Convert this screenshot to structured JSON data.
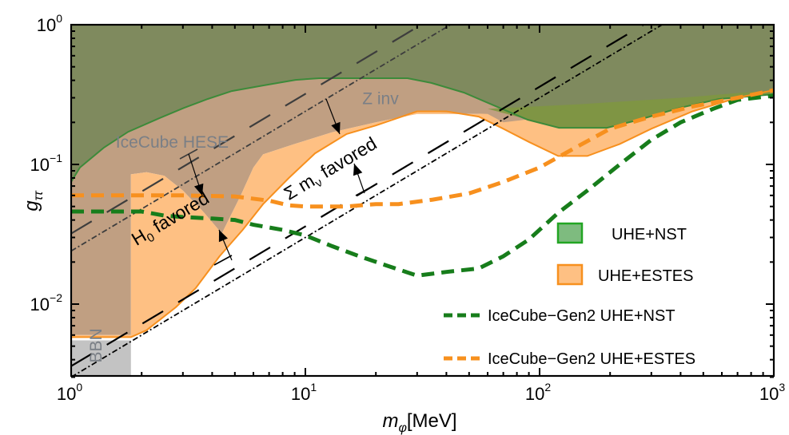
{
  "chart_data": {
    "type": "area",
    "title": "",
    "xlabel": "m_φ [MeV]",
    "ylabel": "g_ττ",
    "xscale": "log",
    "yscale": "log",
    "xlim": [
      1,
      1000
    ],
    "ylim": [
      0.003,
      1
    ],
    "grid": false,
    "legend_position": "lower right",
    "x_ticks": [
      {
        "value": 1,
        "base": "10",
        "exp": "0"
      },
      {
        "value": 10,
        "base": "10",
        "exp": "1"
      },
      {
        "value": 100,
        "base": "10",
        "exp": "2"
      },
      {
        "value": 1000,
        "base": "10",
        "exp": "3"
      }
    ],
    "y_ticks": [
      {
        "value": 1,
        "base": "10",
        "exp": "0"
      },
      {
        "value": 0.1,
        "base": "10",
        "exp": "−1"
      },
      {
        "value": 0.01,
        "base": "10",
        "exp": "−2"
      }
    ],
    "regions": [
      {
        "name": "Excluded (upper, IceCube HESE / Z inv)",
        "fill": "#c09f82",
        "description": "brown-tan excluded region above the orange boundary",
        "lower_boundary": [
          [
            1,
            0.006
          ],
          [
            1.8,
            0.006
          ],
          [
            1.8,
            0.085
          ],
          [
            2.1,
            0.088
          ],
          [
            2.5,
            0.083
          ],
          [
            3.0,
            0.065
          ],
          [
            3.7,
            0.045
          ],
          [
            4.4,
            0.032
          ],
          [
            5.3,
            0.06
          ],
          [
            6.0,
            0.095
          ],
          [
            6.6,
            0.118
          ],
          [
            9,
            0.14
          ],
          [
            13,
            0.17
          ],
          [
            20,
            0.2
          ],
          [
            30,
            0.23
          ],
          [
            60,
            0.23
          ]
        ]
      },
      {
        "name": "UHE+NST",
        "fill": "#7f8a5e",
        "edge": "#3d8a3a",
        "lower_boundary": [
          [
            1,
            0.075
          ],
          [
            1.09,
            0.095
          ],
          [
            1.38,
            0.132
          ],
          [
            1.75,
            0.171
          ],
          [
            2.39,
            0.215
          ],
          [
            3.03,
            0.254
          ],
          [
            3.83,
            0.294
          ],
          [
            4.85,
            0.335
          ],
          [
            6.63,
            0.368
          ],
          [
            9.07,
            0.403
          ],
          [
            11.5,
            0.414
          ],
          [
            27.3,
            0.414
          ],
          [
            34.5,
            0.383
          ],
          [
            47.5,
            0.327
          ],
          [
            65,
            0.261
          ],
          [
            89,
            0.209
          ],
          [
            121,
            0.183
          ],
          [
            194,
            0.183
          ],
          [
            266,
            0.209
          ],
          [
            396,
            0.254
          ],
          [
            584,
            0.294
          ],
          [
            1000,
            0.318
          ]
        ]
      },
      {
        "name": "UHE+ESTES",
        "fill": "#fec083",
        "edge": "#f7901e",
        "lower_boundary": [
          [
            1,
            0.0058
          ],
          [
            1.8,
            0.0058
          ],
          [
            2.1,
            0.0065
          ],
          [
            2.8,
            0.0095
          ],
          [
            3.4,
            0.013
          ],
          [
            4.3,
            0.022
          ],
          [
            5.4,
            0.034
          ],
          [
            6.6,
            0.052
          ],
          [
            8.5,
            0.08
          ],
          [
            11,
            0.12
          ],
          [
            15,
            0.165
          ],
          [
            20,
            0.19
          ],
          [
            30,
            0.24
          ],
          [
            40,
            0.24
          ],
          [
            55,
            0.22
          ],
          [
            70,
            0.18
          ],
          [
            90,
            0.145
          ],
          [
            120,
            0.115
          ],
          [
            160,
            0.115
          ],
          [
            220,
            0.14
          ],
          [
            300,
            0.18
          ],
          [
            450,
            0.24
          ],
          [
            700,
            0.3
          ],
          [
            1000,
            0.34
          ]
        ]
      },
      {
        "name": "BBN",
        "fill": "#c3c3c3",
        "x_range": [
          1,
          1.8
        ],
        "y_range": [
          0.003,
          0.0055
        ]
      }
    ],
    "series": [
      {
        "name": "IceCube−Gen2 UHE+NST",
        "color": "#177d1b",
        "style": "dashed",
        "x": [
          1,
          1.5,
          2.0,
          2.5,
          3.0,
          4.0,
          5.0,
          6.0,
          8.0,
          10,
          13,
          17,
          22,
          30,
          40,
          55,
          70,
          90,
          120,
          160,
          220,
          300,
          400,
          550,
          700,
          1000
        ],
        "y": [
          0.046,
          0.046,
          0.046,
          0.043,
          0.042,
          0.041,
          0.04,
          0.037,
          0.034,
          0.031,
          0.026,
          0.022,
          0.019,
          0.016,
          0.017,
          0.018,
          0.022,
          0.029,
          0.045,
          0.065,
          0.1,
          0.15,
          0.2,
          0.25,
          0.29,
          0.31
        ]
      },
      {
        "name": "IceCube−Gen2 UHE+ESTES",
        "color": "#f7901e",
        "style": "dashed",
        "x": [
          1,
          2.0,
          3.0,
          5.0,
          7.0,
          8.5,
          10,
          15,
          20,
          25,
          35,
          50,
          70,
          100,
          140,
          200,
          300,
          450,
          700,
          1000
        ],
        "y": [
          0.06,
          0.06,
          0.06,
          0.059,
          0.055,
          0.051,
          0.05,
          0.05,
          0.052,
          0.052,
          0.056,
          0.062,
          0.075,
          0.095,
          0.13,
          0.18,
          0.22,
          0.26,
          0.3,
          0.34
        ]
      },
      {
        "name": "H0 favored (upper, long dash, gray)",
        "color": "#3d3d3d",
        "style": "long-dash",
        "x": [
          1,
          1000
        ],
        "y": [
          0.032,
          32
        ]
      },
      {
        "name": "H0 favored (upper, dot-dash, gray)",
        "color": "#3d3d3d",
        "style": "dot-dash",
        "x": [
          1,
          1000
        ],
        "y": [
          0.024,
          24
        ]
      },
      {
        "name": "Σm_ν favored (lower, long dash, black)",
        "color": "#000000",
        "style": "long-dash",
        "x": [
          1,
          1000
        ],
        "y": [
          0.0036,
          3.6
        ]
      },
      {
        "name": "Σm_ν favored (lower, dot-dash, black)",
        "color": "#000000",
        "style": "dot-dash",
        "x": [
          1,
          1000
        ],
        "y": [
          0.003,
          3.0
        ]
      }
    ],
    "annotations": [
      {
        "id": "icecube-hese",
        "text": "IceCube HESE",
        "x": 1.55,
        "y": 0.132,
        "color": "#7a7f86",
        "angle": 0
      },
      {
        "id": "z-inv",
        "text": "Z inv",
        "x": 17.5,
        "y": 0.27,
        "color": "#7a7f86",
        "angle": 0
      },
      {
        "id": "bbn",
        "text": "BBN",
        "x": 1.35,
        "y": 0.0038,
        "color": "#8c8c8c",
        "angle": -90
      },
      {
        "id": "h0-favored",
        "text": "favored",
        "prefix": "H",
        "sub": "0",
        "x": 1.9,
        "y": 0.026,
        "color": "#000000",
        "angle": -31
      },
      {
        "id": "sum-mnu-favored",
        "text": "favored",
        "prefix": "Σ m",
        "sub": "ν",
        "x": 8.5,
        "y": 0.055,
        "color": "#000000",
        "angle": -31
      }
    ],
    "legend": [
      {
        "label": "UHE+NST",
        "kind": "patch",
        "fill": "#7ebb7f",
        "edge": "#22a523"
      },
      {
        "label": "UHE+ESTES",
        "kind": "patch",
        "fill": "#fec083",
        "edge": "#f7901e"
      },
      {
        "label": "IceCube−Gen2 UHE+NST",
        "kind": "dashed-line",
        "color": "#177d1b"
      },
      {
        "label": "IceCube−Gen2 UHE+ESTES",
        "kind": "dashed-line",
        "color": "#f7901e"
      }
    ]
  },
  "axes": {
    "x_title_symbol": "m",
    "x_title_sub": "φ",
    "x_title_unit": "[MeV]",
    "y_title_symbol": "g",
    "y_title_sub": "ττ"
  }
}
